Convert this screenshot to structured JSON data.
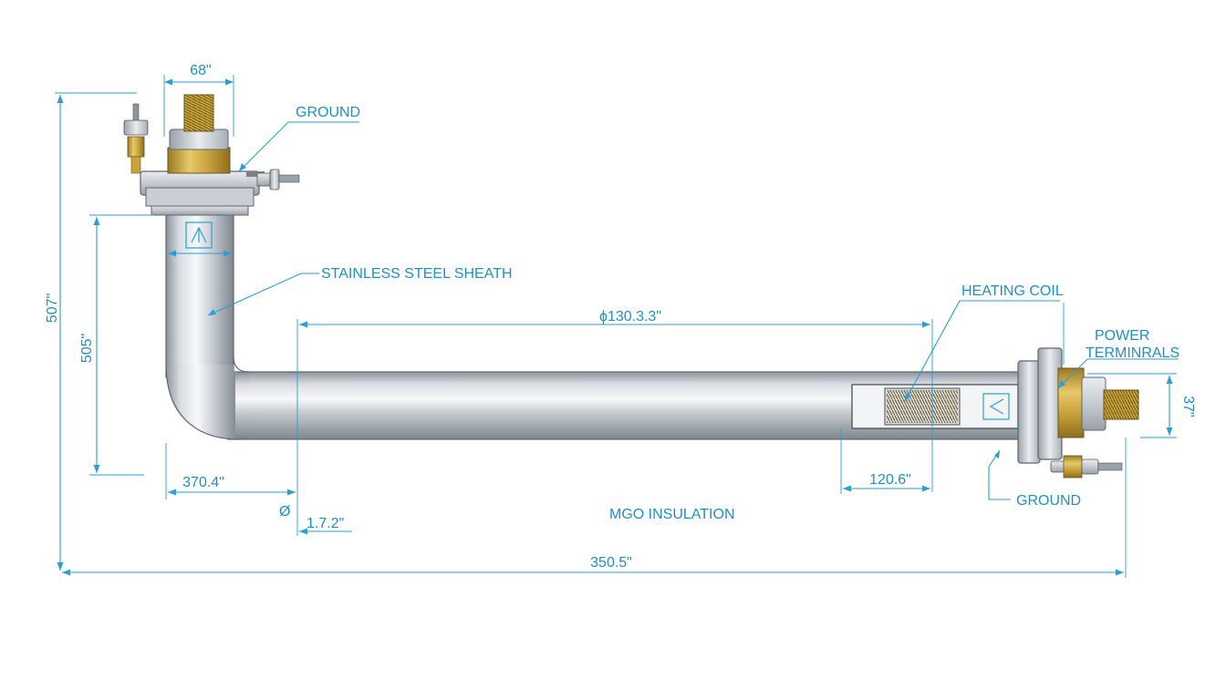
{
  "colors": {
    "annotation": "#1e90c8",
    "steel": "#b8bec6",
    "brass": "#c8a23a",
    "background": "#ffffff"
  },
  "labels": {
    "ground_top": "GROUND",
    "sheath": "STAINLESS STEEL SHEATH",
    "heating_coil": "HEATING COIL",
    "power_line1": "POWER",
    "power_line2": "TERMINRALS",
    "ground_right": "GROUND",
    "insulation": "MGO INSULATION"
  },
  "dimensions": {
    "top_width": "68\"",
    "overall_height": "507\"",
    "vertical_leg": "505\"",
    "bend_offset": "370.4\"",
    "diameter_symbol": "Ø",
    "small_offset": "1.7.2\"",
    "horizontal_run": "ϕ130.3.3\"",
    "coil_length": "120.6\"",
    "right_height": "37\"",
    "overall_length": "350.5\""
  }
}
